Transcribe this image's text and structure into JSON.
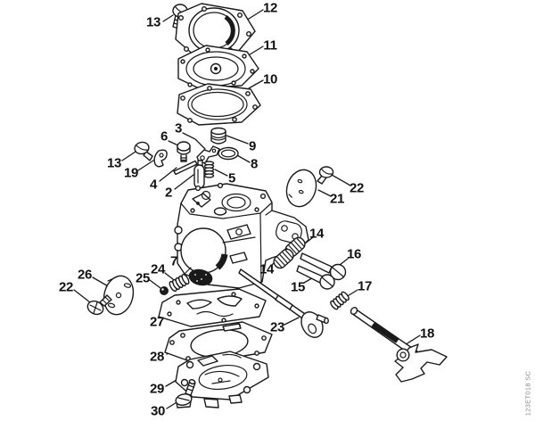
{
  "figure": {
    "kind": "exploded parts diagram (carburetor)",
    "drawing_code": "123ET018 SC",
    "background_color": "#ffffff",
    "line_color": "#1a1a1a",
    "watermark_color": "#8a8a8a"
  },
  "callouts": {
    "c13_top": "13",
    "c12": "12",
    "c11": "11",
    "c10": "10",
    "c3": "3",
    "c6": "6",
    "c9": "9",
    "c8": "8",
    "c13_left": "13",
    "c19": "19",
    "c4": "4",
    "c2": "2",
    "c5": "5",
    "c22_right": "22",
    "c21": "21",
    "c14_upper": "14",
    "c16": "16",
    "c14_lower": "14",
    "c15": "15",
    "c17": "17",
    "c26": "26",
    "c22_left": "22",
    "c25": "25",
    "c24": "24",
    "c7": "7",
    "c27": "27",
    "c23": "23",
    "c28": "28",
    "c18": "18",
    "c29": "29",
    "c30": "30"
  }
}
